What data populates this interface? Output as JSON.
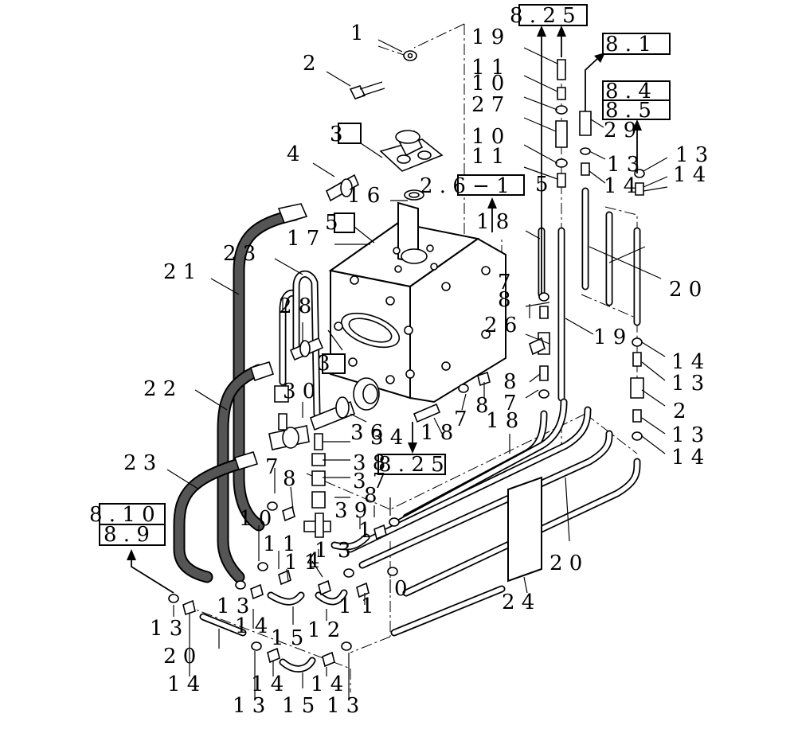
{
  "ref_boxes": {
    "r825_top": "8 . 2 5",
    "r81": "8 . 1",
    "r84": "8 . 4",
    "r85": "8 . 5",
    "r2615": "2 . 6 − 1",
    "r825_mid": "8 . 2 5",
    "r810": "8 . 1 0",
    "r89": "8 . 9"
  },
  "callouts": {
    "c1": "1",
    "c2": "2",
    "c3": "3",
    "c4": "4",
    "c5": "5",
    "c16": "1 6",
    "c17": "1 7",
    "c21": "2 1",
    "c23a": "2 3",
    "c28": "2 8",
    "c3b": "3",
    "c30": "3 0",
    "c22": "2 2",
    "c36": "3 6",
    "c34": "3 4",
    "c23b": "2 3",
    "c38": "3 8",
    "c37": "3 7",
    "c39": "3 9",
    "c7a": "7",
    "c8a": "8",
    "c10a": "1 0",
    "c11a": "1 1",
    "c11b": "1 1",
    "c1c": "1",
    "c3c": "3",
    "c4b": "4",
    "c13a": "1 3",
    "c14a": "1 4",
    "c15a": "1 5",
    "c12": "1 2",
    "c1d": "1",
    "c1e": "1",
    "c0": "0",
    "c8b": "8",
    "c1f": "1",
    "c13b": "1 3",
    "c20a": "2 0",
    "c14b": "1 4",
    "c14c": "1 4",
    "c13c": "1 3",
    "c15b": "1 5",
    "c14d": "1 4",
    "c13d": "1 3",
    "c19a": "1 9",
    "c11c": "1 1",
    "c10b": "1 0",
    "c27": "2 7",
    "c10c": "1 0",
    "c11d": "1 1",
    "c18a": "1 8",
    "c7b": "7",
    "c8c": "8",
    "c26": "2 6",
    "c19b": "1 9",
    "c8d": "8",
    "c8e": "8",
    "c7c": "7",
    "c7d": "7",
    "c18b": "1 8",
    "c18c": "1 8",
    "c29": "2 9",
    "c13e": "1 3",
    "c14e": "1 4",
    "c13f": "1 3",
    "c14f": "1 4",
    "c20b": "2 0",
    "c14g": "1 4",
    "c13g": "1 3",
    "c2b": "2",
    "c13h": "1 3",
    "c14h": "1 4",
    "c24": "2 4",
    "c20c": "2 0",
    "c5b": "5",
    "c1b": "1",
    "c3d": "3"
  }
}
